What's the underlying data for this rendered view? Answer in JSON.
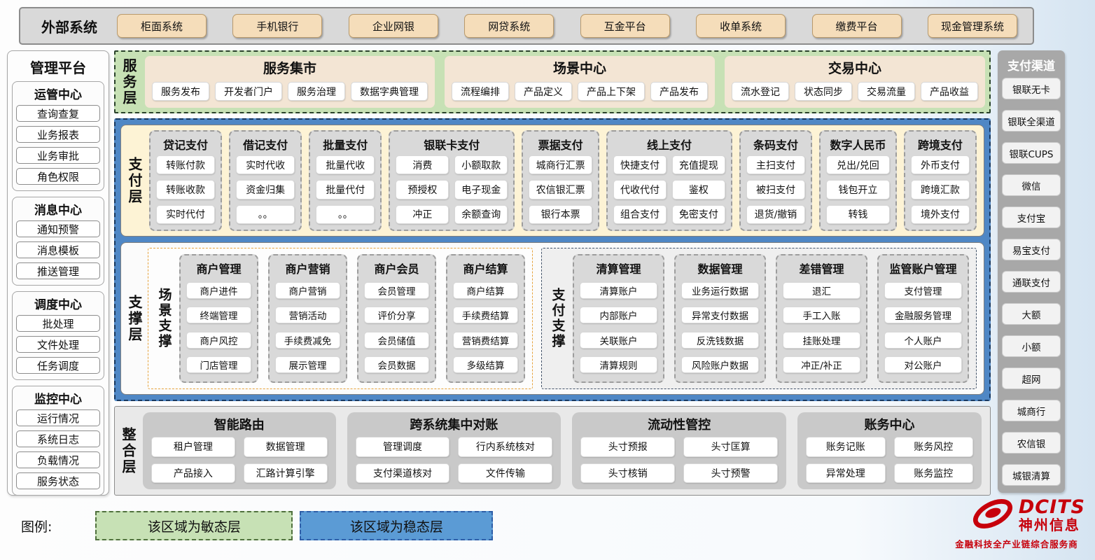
{
  "external_systems": {
    "label": "外部系统",
    "items": [
      "柜面系统",
      "手机银行",
      "企业网银",
      "网贷系统",
      "互金平台",
      "收单系统",
      "缴费平台",
      "现金管理系统"
    ]
  },
  "management_platform": {
    "title": "管理平台",
    "groups": [
      {
        "title": "运管中心",
        "items": [
          "查询查复",
          "业务报表",
          "业务审批",
          "角色权限"
        ]
      },
      {
        "title": "消息中心",
        "items": [
          "通知预警",
          "消息模板",
          "推送管理"
        ]
      },
      {
        "title": "调度中心",
        "items": [
          "批处理",
          "文件处理",
          "任务调度"
        ]
      },
      {
        "title": "监控中心",
        "items": [
          "运行情况",
          "系统日志",
          "负载情况",
          "服务状态"
        ]
      }
    ]
  },
  "service_layer": {
    "label": "服务层",
    "panels": [
      {
        "title": "服务集市",
        "items": [
          "服务发布",
          "开发者门户",
          "服务治理",
          "数据字典管理"
        ]
      },
      {
        "title": "场景中心",
        "items": [
          "流程编排",
          "产品定义",
          "产品上下架",
          "产品发布"
        ]
      },
      {
        "title": "交易中心",
        "items": [
          "流水登记",
          "状态同步",
          "交易流量",
          "产品收益"
        ]
      }
    ]
  },
  "payment_layer": {
    "label": "支付层",
    "columns": [
      {
        "title": "贷记支付",
        "items": [
          "转账付款",
          "转账收款",
          "实时代付"
        ]
      },
      {
        "title": "借记支付",
        "items": [
          "实时代收",
          "资金归集",
          "。。"
        ]
      },
      {
        "title": "批量支付",
        "items": [
          "批量代收",
          "批量代付",
          "。。"
        ]
      },
      {
        "title": "银联卡支付",
        "items": [
          "消费",
          "小额取款",
          "预授权",
          "电子现金",
          "冲正",
          "余额查询"
        ]
      },
      {
        "title": "票据支付",
        "items": [
          "城商行汇票",
          "农信银汇票",
          "银行本票"
        ]
      },
      {
        "title": "线上支付",
        "items": [
          "快捷支付",
          "充值提现",
          "代收代付",
          "鉴权",
          "组合支付",
          "免密支付"
        ]
      },
      {
        "title": "条码支付",
        "items": [
          "主扫支付",
          "被扫支付",
          "退货/撤销"
        ]
      },
      {
        "title": "数字人民币",
        "items": [
          "兑出/兑回",
          "钱包开立",
          "转钱"
        ]
      },
      {
        "title": "跨境支付",
        "items": [
          "外币支付",
          "跨境汇款",
          "境外支付"
        ]
      }
    ]
  },
  "support_layer": {
    "label": "支撑层",
    "groups": [
      {
        "label": "场景支撑",
        "columns": [
          {
            "title": "商户管理",
            "items": [
              "商户进件",
              "终端管理",
              "商户风控",
              "门店管理"
            ]
          },
          {
            "title": "商户营销",
            "items": [
              "商户营销",
              "营销活动",
              "手续费减免",
              "展示管理"
            ]
          },
          {
            "title": "商户会员",
            "items": [
              "会员管理",
              "评价分享",
              "会员储值",
              "会员数据"
            ]
          },
          {
            "title": "商户结算",
            "items": [
              "商户结算",
              "手续费结算",
              "营销费结算",
              "多级结算"
            ]
          }
        ]
      },
      {
        "label": "支付支撑",
        "columns": [
          {
            "title": "清算管理",
            "items": [
              "清算账户",
              "内部账户",
              "关联账户",
              "清算规则"
            ]
          },
          {
            "title": "数据管理",
            "items": [
              "业务运行数据",
              "异常支付数据",
              "反洗钱数据",
              "风险账户数据"
            ]
          },
          {
            "title": "差错管理",
            "items": [
              "退汇",
              "手工入账",
              "挂账处理",
              "冲正/补正"
            ]
          },
          {
            "title": "监管账户管理",
            "items": [
              "支付管理",
              "金融服务管理",
              "个人账户",
              "对公账户"
            ]
          }
        ]
      }
    ]
  },
  "integration_layer": {
    "label": "整合层",
    "panels": [
      {
        "title": "智能路由",
        "items": [
          "租户管理",
          "数据管理",
          "产品接入",
          "汇路计算引擎"
        ]
      },
      {
        "title": "跨系统集中对账",
        "items": [
          "管理调度",
          "行内系统核对",
          "支付渠道核对",
          "文件传输"
        ]
      },
      {
        "title": "流动性管控",
        "items": [
          "头寸预报",
          "头寸匡算",
          "头寸核销",
          "头寸预警"
        ]
      },
      {
        "title": "账务中心",
        "items": [
          "账务记账",
          "账务风控",
          "异常处理",
          "账务监控"
        ]
      }
    ]
  },
  "payment_channels": {
    "title": "支付渠道",
    "items": [
      "银联无卡",
      "银联全渠道",
      "银联CUPS",
      "微信",
      "支付宝",
      "易宝支付",
      "通联支付",
      "大额",
      "小额",
      "超网",
      "城商行",
      "农信银",
      "城银清算"
    ]
  },
  "legend": {
    "label": "图例:",
    "agile": "该区域为敏态层",
    "stable": "该区域为稳态层"
  },
  "logo": {
    "name": "DCITS",
    "company": "神州信息",
    "tagline": "金融科技全产业链综合服务商"
  },
  "colors": {
    "agile_green": "#c7e1b5",
    "stable_blue": "#4f87c5",
    "payment_yellow": "#fdf3d5",
    "panel_beige": "#f3e5d4",
    "panel_gray": "#d9d9d9",
    "scene_support_border_orange": "#e6a23c",
    "payment_support_border_navy": "#44546a",
    "logo_red": "#c7000b"
  }
}
